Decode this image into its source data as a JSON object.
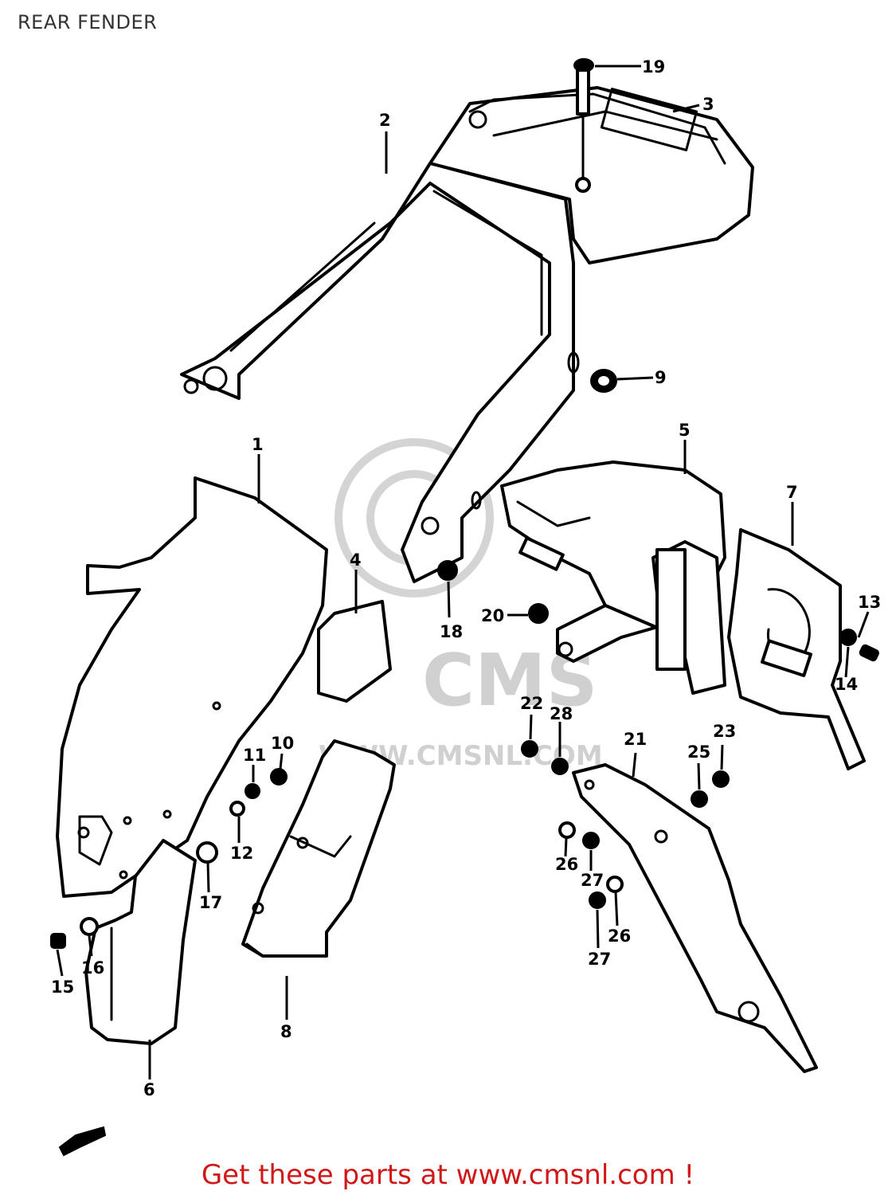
{
  "page": {
    "title": "REAR FENDER"
  },
  "watermark": {
    "brand": "CMS",
    "site": "WWW.CMSNL.COM"
  },
  "footer": {
    "link_text": "Get these parts at www.cmsnl.com !"
  },
  "callouts": [
    {
      "id": "c1",
      "label": "1"
    },
    {
      "id": "c2",
      "label": "2"
    },
    {
      "id": "c3",
      "label": "3"
    },
    {
      "id": "c4",
      "label": "4"
    },
    {
      "id": "c5",
      "label": "5"
    },
    {
      "id": "c6",
      "label": "6"
    },
    {
      "id": "c7",
      "label": "7"
    },
    {
      "id": "c8",
      "label": "8"
    },
    {
      "id": "c9",
      "label": "9"
    },
    {
      "id": "c10",
      "label": "10"
    },
    {
      "id": "c11",
      "label": "11"
    },
    {
      "id": "c12",
      "label": "12"
    },
    {
      "id": "c13",
      "label": "13"
    },
    {
      "id": "c14",
      "label": "14"
    },
    {
      "id": "c15",
      "label": "15"
    },
    {
      "id": "c16",
      "label": "16"
    },
    {
      "id": "c17",
      "label": "17"
    },
    {
      "id": "c18",
      "label": "18"
    },
    {
      "id": "c19",
      "label": "19"
    },
    {
      "id": "c20",
      "label": "20"
    },
    {
      "id": "c21",
      "label": "21"
    },
    {
      "id": "c22",
      "label": "22"
    },
    {
      "id": "c23",
      "label": "23"
    },
    {
      "id": "c25",
      "label": "25"
    },
    {
      "id": "c26a",
      "label": "26"
    },
    {
      "id": "c26b",
      "label": "26"
    },
    {
      "id": "c27a",
      "label": "27"
    },
    {
      "id": "c27b",
      "label": "27"
    },
    {
      "id": "c28",
      "label": "28"
    }
  ],
  "colors": {
    "line": "#000000",
    "background": "#ffffff",
    "watermark": "#d0d0d0",
    "footer": "#d01818"
  }
}
